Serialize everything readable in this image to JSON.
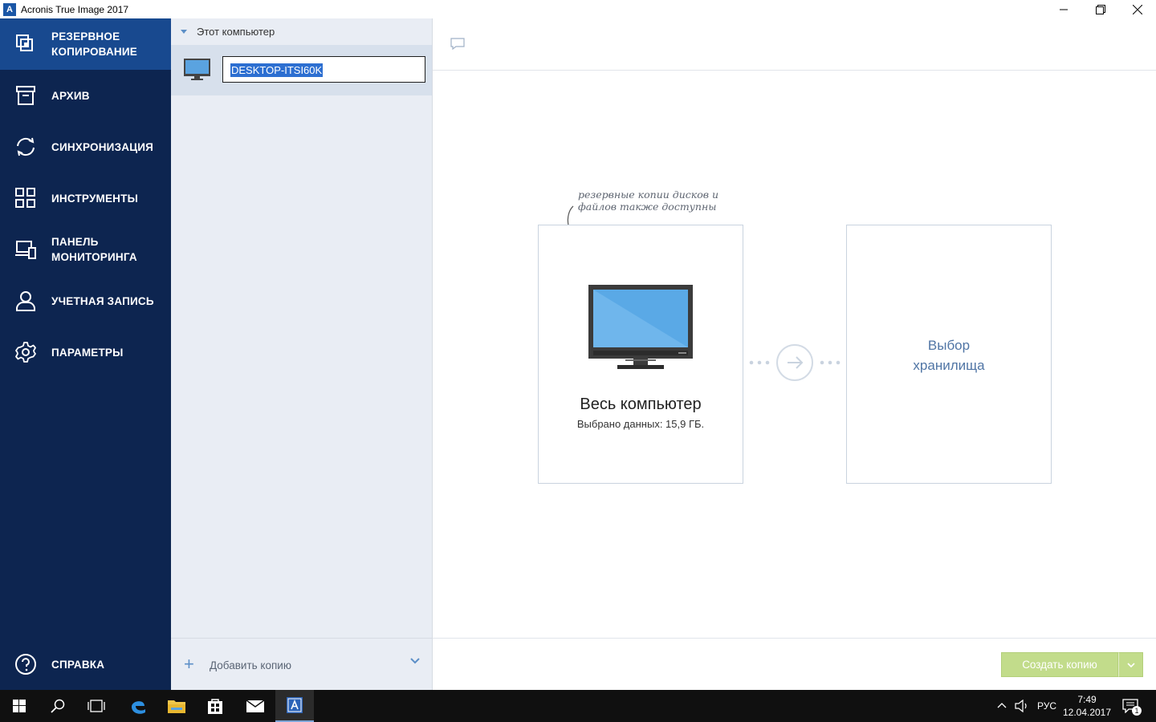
{
  "window": {
    "title": "Acronis True Image 2017",
    "logo_letter": "A"
  },
  "sidebar": {
    "items": [
      {
        "label": "РЕЗЕРВНОЕ\nКОПИРОВАНИЕ",
        "icon": "backup-icon",
        "active": true
      },
      {
        "label": "АРХИВ",
        "icon": "archive-icon"
      },
      {
        "label": "СИНХРОНИЗАЦИЯ",
        "icon": "sync-icon"
      },
      {
        "label": "ИНСТРУМЕНТЫ",
        "icon": "tools-icon"
      },
      {
        "label": "ПАНЕЛЬ\nМОНИТОРИНГА",
        "icon": "dashboard-icon"
      },
      {
        "label": "УЧЕТНАЯ ЗАПИСЬ",
        "icon": "account-icon"
      },
      {
        "label": "ПАРАМЕТРЫ",
        "icon": "settings-icon"
      }
    ],
    "help": {
      "label": "СПРАВКА",
      "icon": "help-icon"
    }
  },
  "backups": {
    "group_label": "Этот компьютер",
    "item_name": "DESKTOP-ITSI60K",
    "add_label": "Добавить копию"
  },
  "main": {
    "hint": "резервные копии дисков и\nфайлов также доступны",
    "source": {
      "title": "Весь компьютер",
      "subtitle": "Выбрано данных: 15,9 ГБ."
    },
    "destination": {
      "label": "Выбор\nхранилища"
    },
    "create_button": "Создать копию"
  },
  "taskbar": {
    "language": "РУС",
    "time": "7:49",
    "date": "12.04.2017",
    "notifications": "1"
  },
  "colors": {
    "sidebar": "#0d2550",
    "sidebar_active": "#18498f",
    "accent": "#5c8fc7",
    "create_button": "#c2dc8b"
  }
}
